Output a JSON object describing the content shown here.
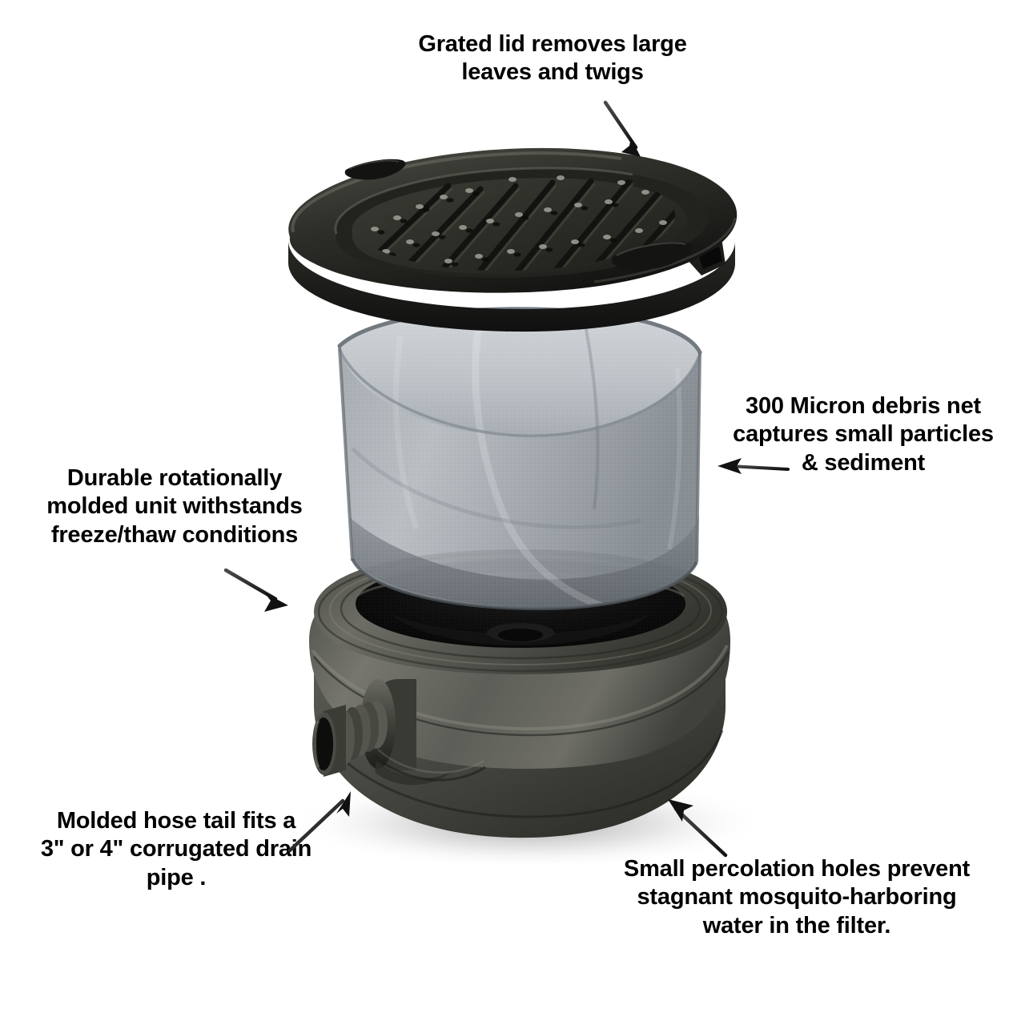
{
  "diagram": {
    "title": "Rainwater filter exploded product diagram",
    "background_color": "#ffffff",
    "text_color": "#000000",
    "arrow_color": "#1a1a1a"
  },
  "callouts": {
    "lid": {
      "text": "Grated lid removes large\nleaves and twigs",
      "target": "grated-lid",
      "arrow_direction": "down-right"
    },
    "net": {
      "text": "300 Micron debris net\ncaptures small particles\n& sediment",
      "target": "debris-net",
      "arrow_direction": "left"
    },
    "durable": {
      "text": "Durable rotationally\nmolded unit withstands\nfreeze/thaw conditions",
      "target": "base-unit",
      "arrow_direction": "down-right"
    },
    "hose": {
      "text": "Molded hose tail fits a\n3\" or 4\" corrugated drain\npipe .",
      "target": "hose-tail",
      "arrow_direction": "up-right"
    },
    "holes": {
      "text": "Small percolation holes prevent\nstagnant mosquito-harboring\nwater in the filter.",
      "target": "base-unit-lower",
      "arrow_direction": "up-left"
    }
  },
  "parts": {
    "lid": {
      "name": "Grated lid",
      "colors": {
        "edge": "#1c1c1a",
        "top": "#35352f",
        "grate_face": "#2a2a26",
        "highlight": "#7a7a72"
      }
    },
    "net": {
      "name": "300 Micron debris net",
      "colors": {
        "inner": "#c3c7cb",
        "outer": "#9aa0a5",
        "rim": "#6b7278"
      }
    },
    "base": {
      "name": "Rotationally molded base unit",
      "colors": {
        "body": "#6b6b66",
        "body_dark": "#3a3a36",
        "flange": "#55554f",
        "cavity": "#0a0a0a",
        "spout": "#4a4a45"
      }
    }
  }
}
